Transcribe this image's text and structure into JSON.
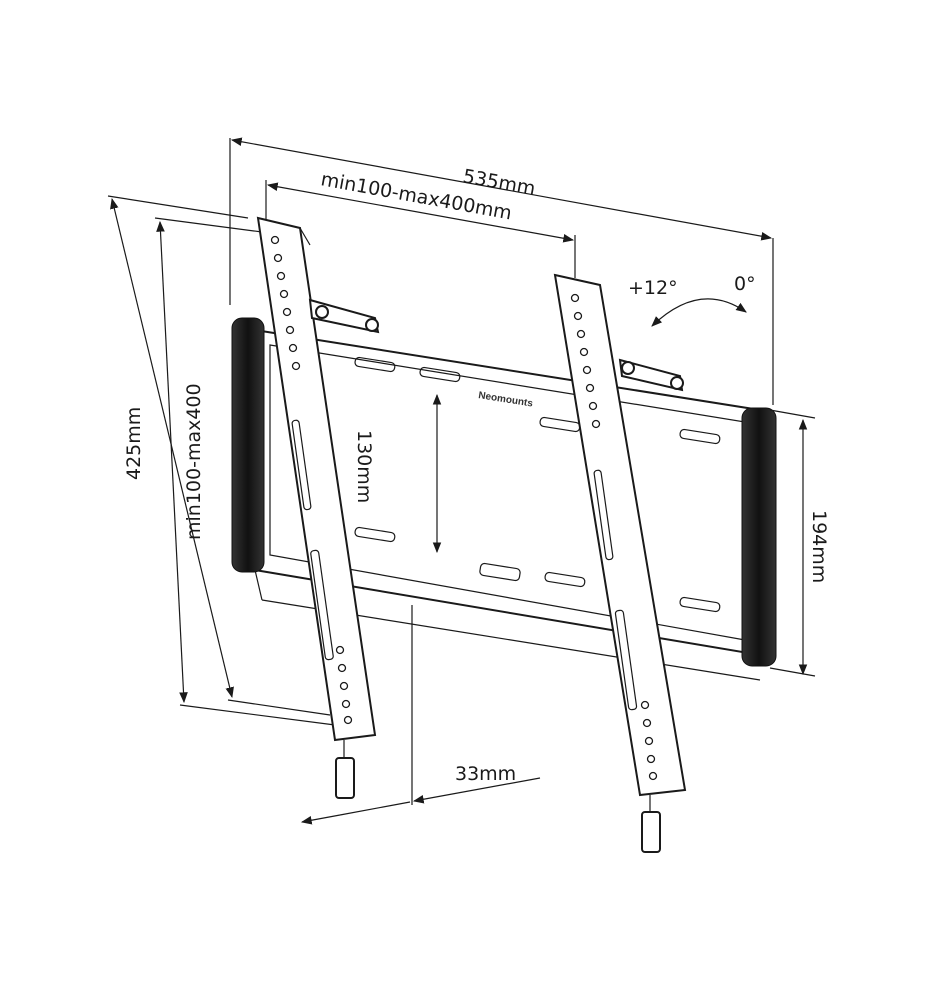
{
  "diagram": {
    "brand": "Neomounts",
    "dimensions": {
      "overall_width": "535mm",
      "vesa_width": "min100-max400mm",
      "overall_height": "425mm",
      "vesa_height": "min100-max400",
      "plate_inner_height": "130mm",
      "plate_height": "194mm",
      "wall_distance": "33mm"
    },
    "tilt": {
      "max": "+12°",
      "min": "0°"
    }
  }
}
